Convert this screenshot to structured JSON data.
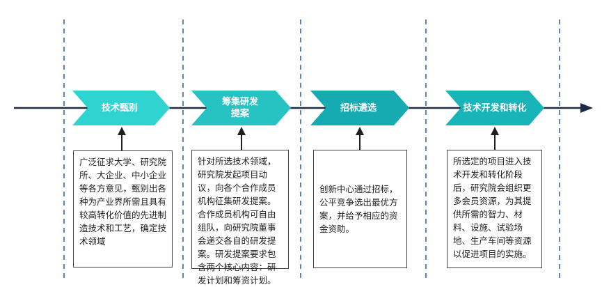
{
  "stages": [
    {
      "name": "技术甄别",
      "color": "#2fd3cf",
      "description": "广泛征求大学、研究院所、大企业、中小企业等各方意见，甄别出各种为产业界所需且具有较高转化价值的先进制造技术和工艺，确定技术领域"
    },
    {
      "name": "筹集研发提案",
      "name_lines": [
        "筹集研发",
        "提案"
      ],
      "color": "#27c3c3",
      "description": "针对所选技术领域，研究院发起项目动议，向各个合作成员机构征集研发提案。合作成员机构可自由组队，向研究院董事会递交各自的研发提案。研发提案要求包含两个核心内容：研发计划和筹资计划。"
    },
    {
      "name": "招标遴选",
      "color": "#15abb0",
      "description": "创新中心通过招标，公平竞争选出最优方案，并给予相应的资金资助。"
    },
    {
      "name": "技术开发和转化",
      "color": "#17b4b8",
      "description": "所选定的项目进入技术开发和转化阶段后，研究院会组织更多会员资源，为其提供所需的智力、材料、设施、试验场地、生产车间等资源以促进项目的实施。"
    }
  ],
  "colors": {
    "timeline": "#1a2b45",
    "divider": "#5b85b5",
    "connector": "#1f1f1f",
    "box_border": "#3f3f3f"
  }
}
